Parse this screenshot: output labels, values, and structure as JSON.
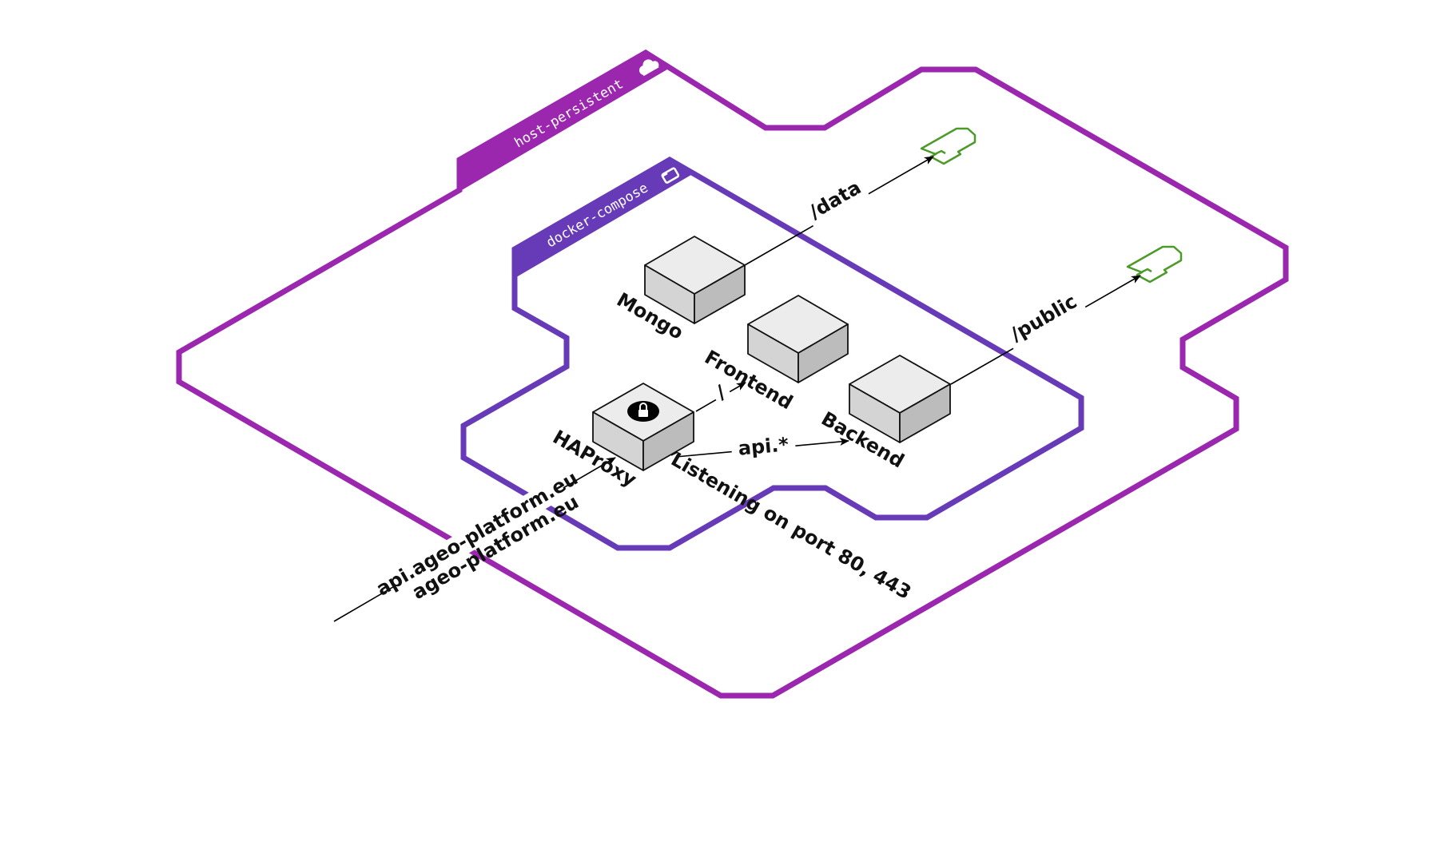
{
  "colors": {
    "host_border": "#9b27af",
    "compose_border": "#673ab7",
    "volume_icon": "#4c9a2a",
    "node_top": "#ececec",
    "node_left": "#d4d4d4",
    "node_right": "#bcbcbc",
    "edge": "#000000"
  },
  "containers": {
    "host": {
      "label": "host-persistent",
      "icon": "cloud-icon"
    },
    "compose": {
      "label": "docker-compose",
      "icon": "folder-icon"
    }
  },
  "nodes": {
    "mongo": {
      "label": "Mongo"
    },
    "frontend": {
      "label": "Frontend"
    },
    "backend": {
      "label": "Backend"
    },
    "haproxy": {
      "label": "HAProxy",
      "icon": "lock-icon"
    }
  },
  "edges": {
    "data_volume": {
      "label": "/data"
    },
    "public_volume": {
      "label": "/public"
    },
    "root_route": {
      "label": "/"
    },
    "api_route": {
      "label": "api.*"
    },
    "listening": {
      "label": "Listening on port 80, 443"
    },
    "ingress_api": {
      "label": "api.ageo-platform.eu"
    },
    "ingress_main": {
      "label": "ageo-platform.eu"
    }
  }
}
